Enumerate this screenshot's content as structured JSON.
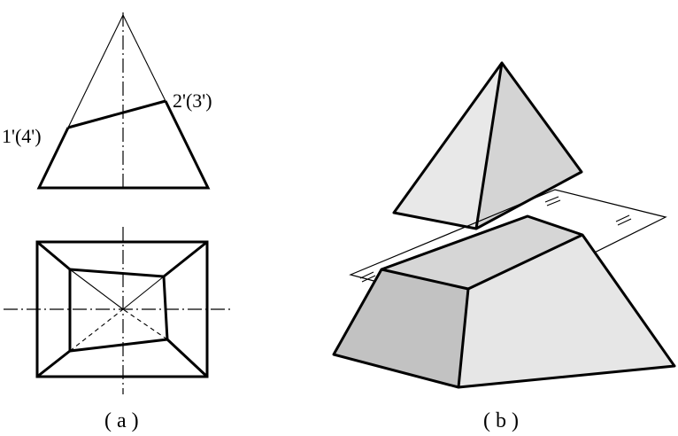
{
  "figure_a": {
    "label_point_left": "1'(4')",
    "label_point_right": "2'(3')",
    "caption": "( a )"
  },
  "figure_b": {
    "caption": "( b )"
  },
  "colors": {
    "stroke": "#000000",
    "face_light": "#e6e6e6",
    "face_mid": "#d6d6d6",
    "face_dark": "#bdbdbd",
    "plane": "#ffffff"
  }
}
